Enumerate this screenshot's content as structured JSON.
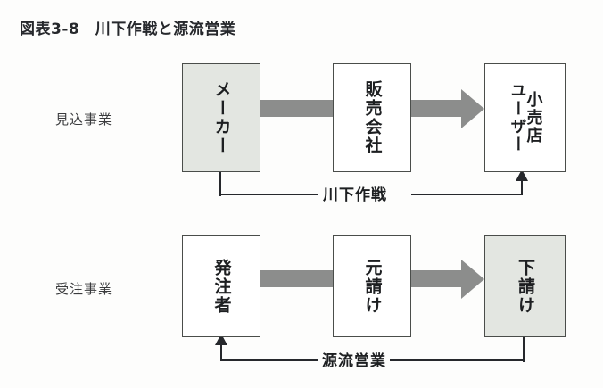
{
  "figure": {
    "number": "図表3-8",
    "title": "川下作戦と源流営業",
    "full_title": "図表3-8　川下作戦と源流営業"
  },
  "rows": [
    {
      "label": "見込事業",
      "nodes": [
        {
          "text": "メーカー",
          "fill": "shaded"
        },
        {
          "text": "販売会社",
          "fill": "white"
        },
        {
          "text_right": "ユーザー",
          "text_left": "小売店",
          "fill": "white"
        }
      ],
      "feedback_label": "川下作戦"
    },
    {
      "label": "受注事業",
      "nodes": [
        {
          "text": "発注者",
          "fill": "white"
        },
        {
          "text": "元請け",
          "fill": "white"
        },
        {
          "text": "下請け",
          "fill": "shaded"
        }
      ],
      "feedback_label": "源流営業"
    }
  ],
  "colors": {
    "box_border": "#4a4d4a",
    "box_shaded_fill": "#e3e6e1",
    "box_white_fill": "#ffffff",
    "flow_arrow": "#8c8d8c",
    "connector_line": "#26282c",
    "text": "#1d1f21",
    "background": "#fdfdfc"
  }
}
